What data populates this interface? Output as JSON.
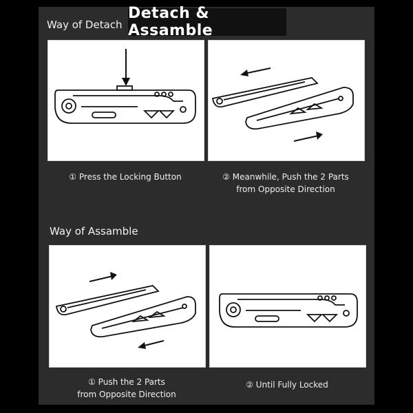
{
  "title": "Detach & Assamble",
  "detach": {
    "heading": "Way of Detach",
    "steps": [
      {
        "caption": [
          "① Press the Locking Button"
        ]
      },
      {
        "caption": [
          "② Meanwhile, Push the 2 Parts",
          "from Opposite Direction"
        ]
      }
    ]
  },
  "assemble": {
    "heading": "Way of Assamble",
    "steps": [
      {
        "caption": [
          "① Push the 2 Parts",
          "from Opposite Direction"
        ]
      },
      {
        "caption": [
          "② Until Fully Locked"
        ]
      }
    ]
  },
  "colors": {
    "background": "#000000",
    "panel": "#2c2c2c",
    "banner": "#111111",
    "text": "#f0f0f0",
    "illustration_bg": "#ffffff",
    "line_art": "#111111"
  },
  "icons": [
    "down-arrow-icon",
    "left-arrow-icon",
    "right-arrow-icon",
    "multitool-illustration"
  ]
}
